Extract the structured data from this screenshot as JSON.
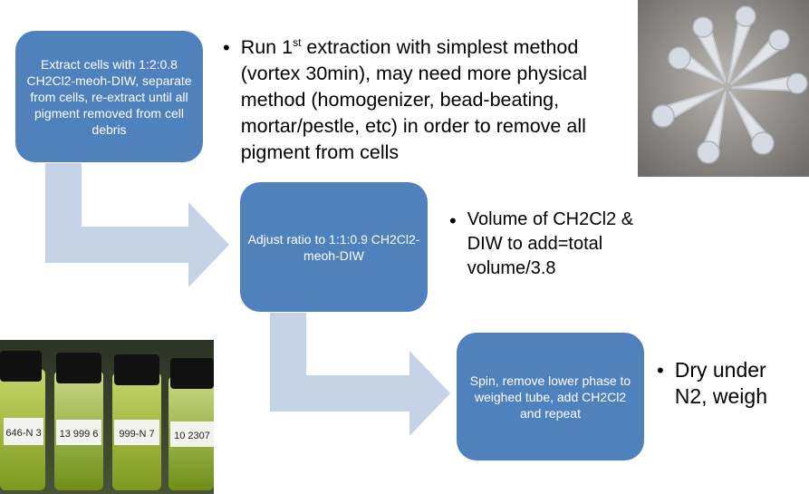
{
  "steps": [
    {
      "text": "Extract cells with 1:2:0.8 CH2Cl2-meoh-DIW, separate from cells, re-extract until all pigment removed from cell debris"
    },
    {
      "text": "Adjust ratio to 1:1:0.9 CH2Cl2-meoh-DIW"
    },
    {
      "text": "Spin, remove lower phase to weighed tube, add CH2Cl2 and repeat"
    }
  ],
  "notes": {
    "n1": {
      "pre": "Run 1",
      "sup": "st",
      "post": " extraction with simplest method (vortex 30min), may need more physical method (homogenizer, bead-beating, mortar/pestle, etc) in order to remove all pigment from cells"
    },
    "n2": "Volume of CH2Cl2 & DIW to add=total volume/3.8",
    "n3": "Dry under N2, weigh"
  },
  "bullet_char": "•",
  "vial_labels": [
    "646-N 3",
    "13 999 6",
    "999-N 7",
    "10 2307"
  ],
  "colors": {
    "box": "#4f81bd",
    "arrow": "#c6d3e6"
  }
}
